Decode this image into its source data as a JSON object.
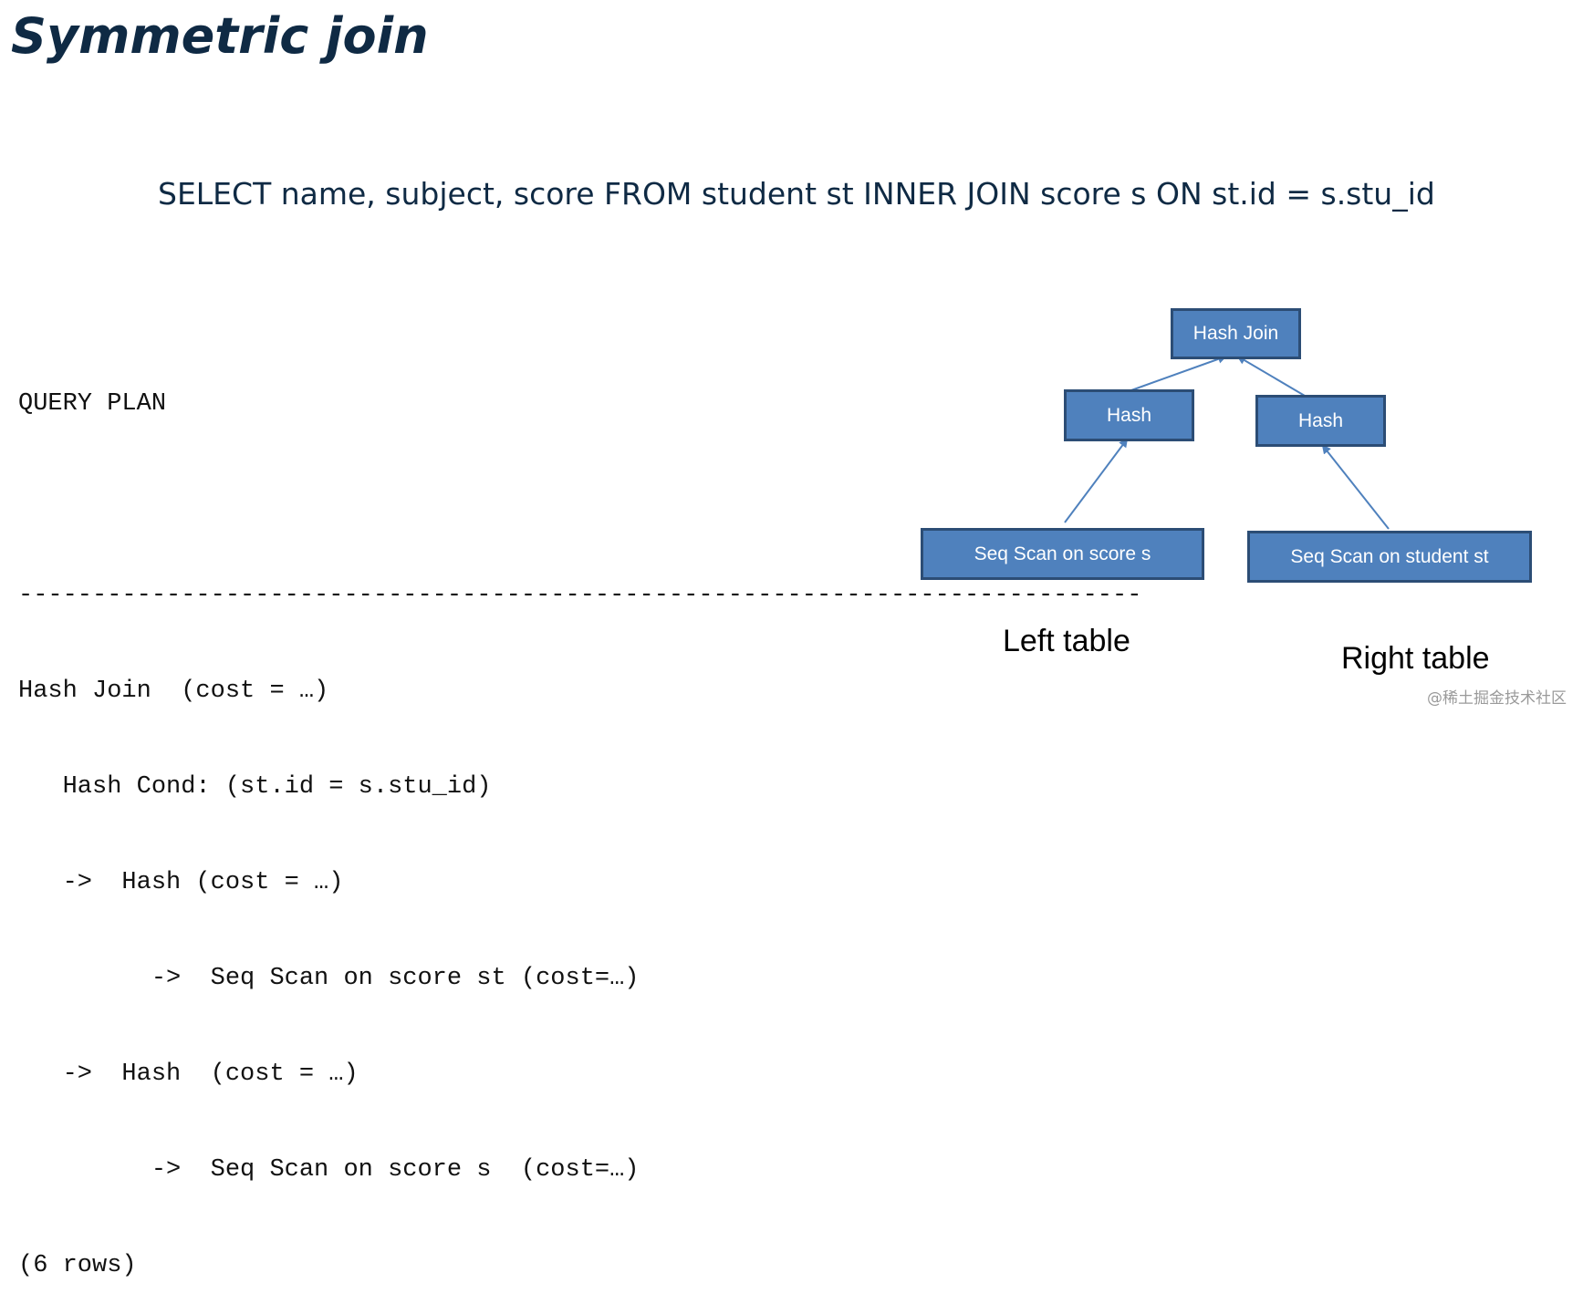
{
  "title": "Symmetric join",
  "sql": "SELECT name, subject, score FROM student st INNER JOIN score s ON  st.id = s.stu_id",
  "plan": {
    "header": "QUERY PLAN",
    "separator": "----------------------------------------------------------------------------",
    "lines": [
      "Hash Join  (cost = …)",
      "   Hash Cond: (st.id = s.stu_id)",
      "   ->  Hash (cost = …)",
      "         ->  Seq Scan on score st (cost=…)",
      "   ->  Hash  (cost = …)",
      "         ->  Seq Scan on score s  (cost=…)",
      "(6 rows)"
    ]
  },
  "diagram": {
    "nodes": {
      "hash_join": "Hash Join",
      "hash_left": "Hash",
      "hash_right": "Hash",
      "scan_left": "Seq Scan on score s",
      "scan_right": "Seq Scan on student st"
    },
    "captions": {
      "left": "Left table",
      "right": "Right table"
    },
    "colors": {
      "node_fill": "#4f81bd",
      "node_border": "#2c4d75",
      "edge": "#4f81bd"
    }
  },
  "watermark": "@稀土掘金技术社区"
}
